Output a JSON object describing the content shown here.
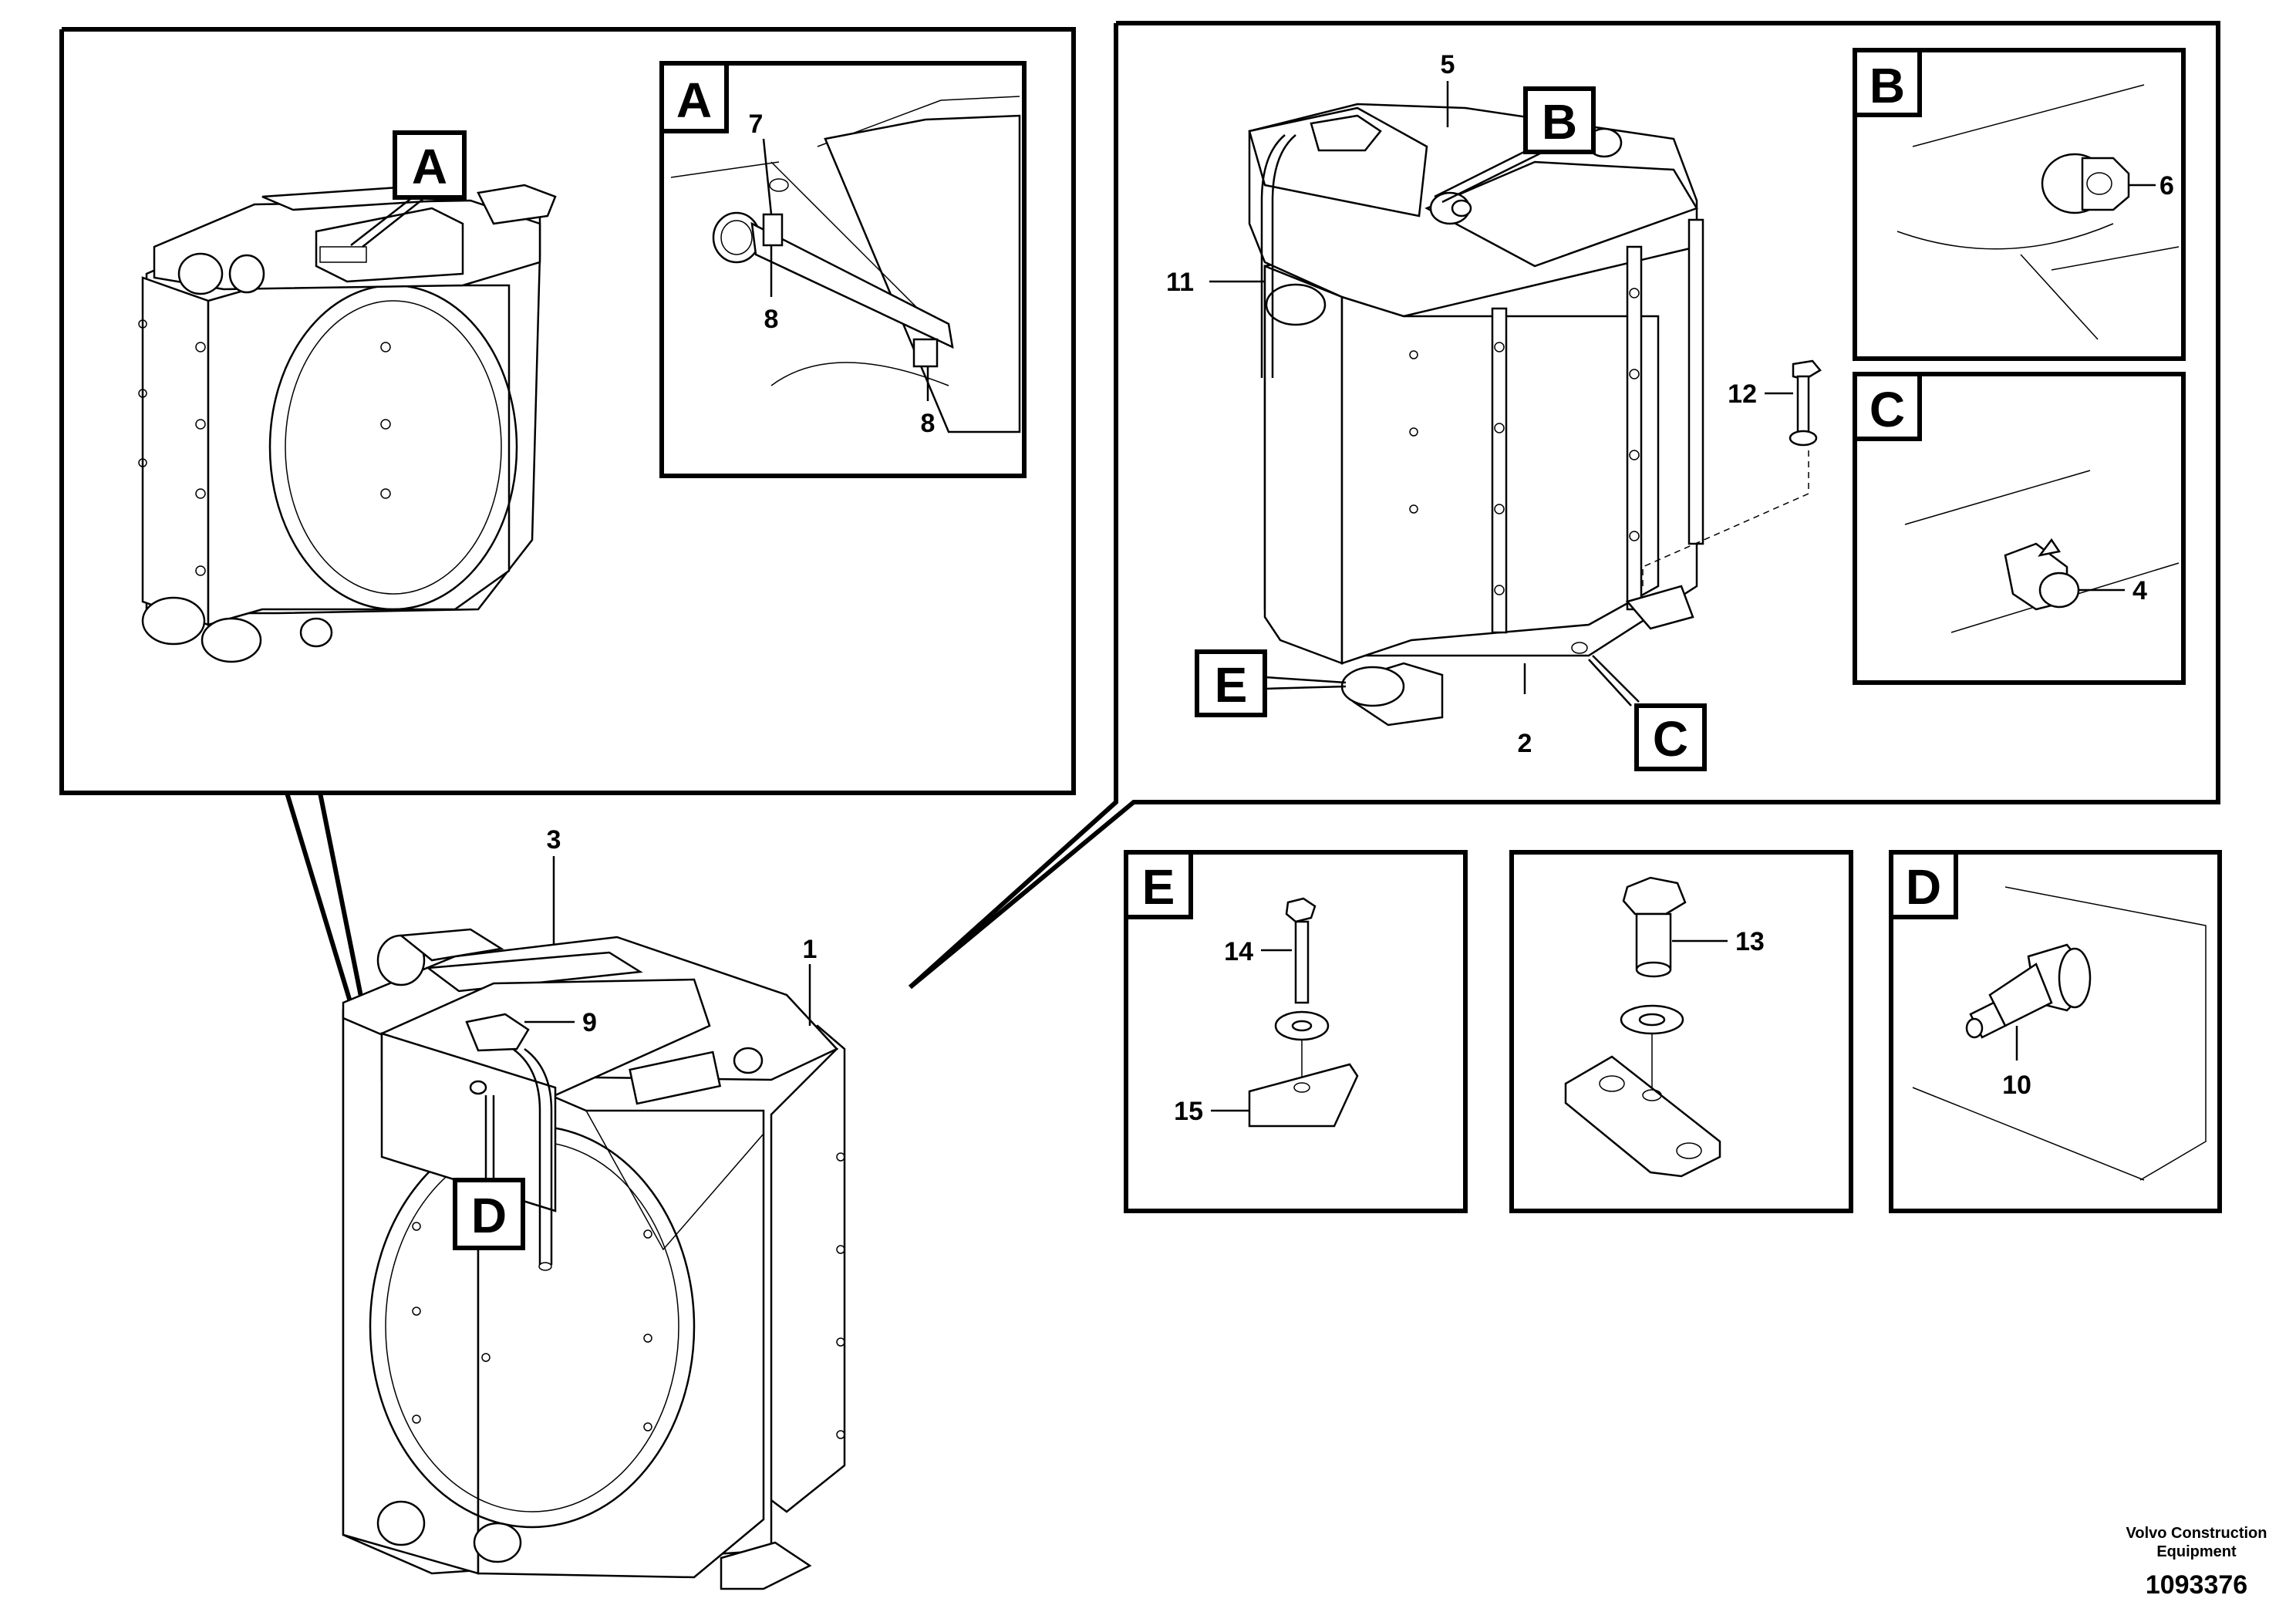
{
  "diagram": {
    "callouts": {
      "A": "A",
      "B": "B",
      "C": "C",
      "D": "D",
      "E": "E"
    },
    "part_numbers": {
      "p1": "1",
      "p2": "2",
      "p3": "3",
      "p4": "4",
      "p5": "5",
      "p6": "6",
      "p7": "7",
      "p8a": "8",
      "p8b": "8",
      "p9": "9",
      "p10": "10",
      "p11": "11",
      "p12": "12",
      "p13": "13",
      "p14": "14",
      "p15": "15"
    },
    "publisher_line1": "Volvo Construction",
    "publisher_line2": "Equipment",
    "document_number": "1093376"
  }
}
